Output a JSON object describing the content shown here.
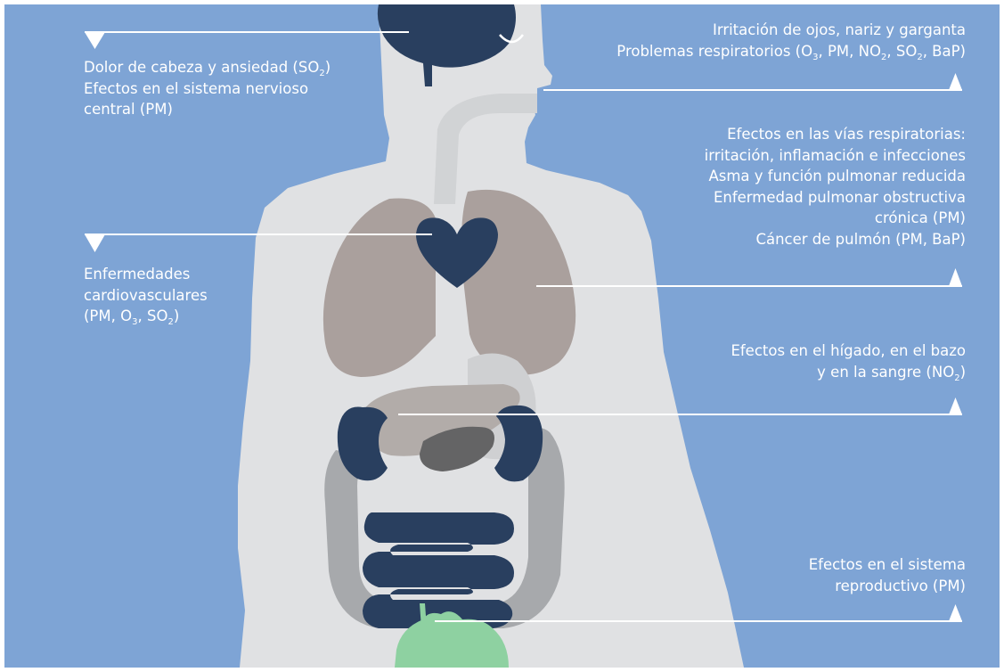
{
  "colors": {
    "background": "#7ea4d5",
    "silhouette": "#e0e1e3",
    "organ_navy": "#293f5f",
    "lungs": "#aaa09d",
    "intestine_grey": "#a7a9ac",
    "liver": "#b2aca9",
    "stomach": "#cfd0d2",
    "gallbladder": "#646465",
    "bladder": "#8ed1a1",
    "text": "#ffffff"
  },
  "labels": {
    "head": [
      {
        "parts": [
          {
            "t": "Dolor de cabeza y ansiedad (SO"
          },
          {
            "sub": "2"
          },
          {
            "t": ")"
          }
        ]
      },
      {
        "parts": [
          {
            "t": "Efectos en el sistema nervioso"
          }
        ]
      },
      {
        "parts": [
          {
            "t": "central (PM)"
          }
        ]
      }
    ],
    "eyes": [
      {
        "parts": [
          {
            "t": "Irritación de ojos, nariz y garganta"
          }
        ]
      },
      {
        "parts": [
          {
            "t": "Problemas respiratorios (O"
          },
          {
            "sub": "3"
          },
          {
            "t": ", PM, NO"
          },
          {
            "sub": "2"
          },
          {
            "t": ", SO"
          },
          {
            "sub": "2"
          },
          {
            "t": ", BaP)"
          }
        ]
      }
    ],
    "airways": [
      {
        "parts": [
          {
            "t": "Efectos en las vías respiratorias:"
          }
        ]
      },
      {
        "parts": [
          {
            "t": "irritación, inflamación e infecciones"
          }
        ]
      },
      {
        "parts": [
          {
            "t": "Asma y función pulmonar reducida"
          }
        ]
      },
      {
        "parts": [
          {
            "t": "Enfermedad pulmonar obstructiva"
          }
        ]
      },
      {
        "parts": [
          {
            "t": "crónica (PM)"
          }
        ]
      },
      {
        "parts": [
          {
            "t": "Cáncer de pulmón (PM, BaP)"
          }
        ]
      }
    ],
    "heart": [
      {
        "parts": [
          {
            "t": "Enfermedades"
          }
        ]
      },
      {
        "parts": [
          {
            "t": "cardiovasculares"
          }
        ]
      },
      {
        "parts": [
          {
            "t": "(PM, O"
          },
          {
            "sub": "3"
          },
          {
            "t": ", SO"
          },
          {
            "sub": "2"
          },
          {
            "t": ")"
          }
        ]
      }
    ],
    "liver": [
      {
        "parts": [
          {
            "t": "Efectos en el hígado, en el bazo"
          }
        ]
      },
      {
        "parts": [
          {
            "t": "y en la sangre (NO"
          },
          {
            "sub": "2"
          },
          {
            "t": ")"
          }
        ]
      }
    ],
    "reproductive": [
      {
        "parts": [
          {
            "t": "Efectos en el sistema"
          }
        ]
      },
      {
        "parts": [
          {
            "t": "reproductivo (PM)"
          }
        ]
      }
    ]
  }
}
